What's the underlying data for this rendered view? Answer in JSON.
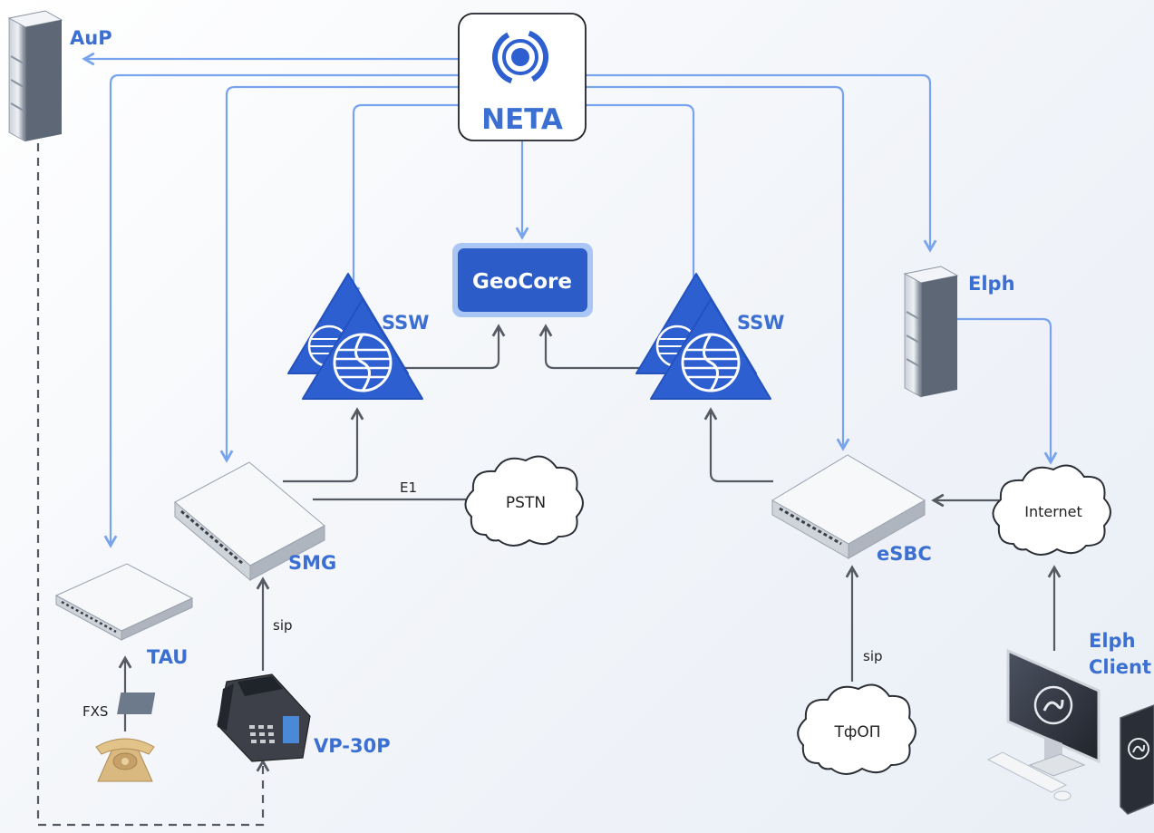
{
  "diagram": {
    "nodes": {
      "neta": "NETA",
      "geocore": "GeoCore",
      "ssw_left": "SSW",
      "ssw_right": "SSW",
      "aup": "AuP",
      "elph": "Elph",
      "smg": "SMG",
      "tau": "TAU",
      "vp30p": "VP-30P",
      "esbc": "eSBC",
      "elph_client_line1": "Elph",
      "elph_client_line2": "Client"
    },
    "clouds": {
      "pstn": "PSTN",
      "internet": "Internet",
      "tfop": "ТфОП"
    },
    "links": {
      "e1": "E1",
      "sip_smg": "sip",
      "sip_esbc": "sip",
      "fxs": "FXS"
    },
    "icons": [
      "neta-logo-icon",
      "server-icon",
      "softswitch-icon",
      "gateway-icon",
      "ip-phone-icon",
      "analog-phone-icon",
      "cloud-icon",
      "monitor-icon",
      "tablet-icon",
      "keyboard-icon"
    ],
    "colors": {
      "accent": "#3b6fd1",
      "line_blue": "#78a3ee",
      "line_gray": "#555a63",
      "geocore_bg": "#2b5cc8",
      "ssw_blue": "#2d5fd0"
    }
  }
}
